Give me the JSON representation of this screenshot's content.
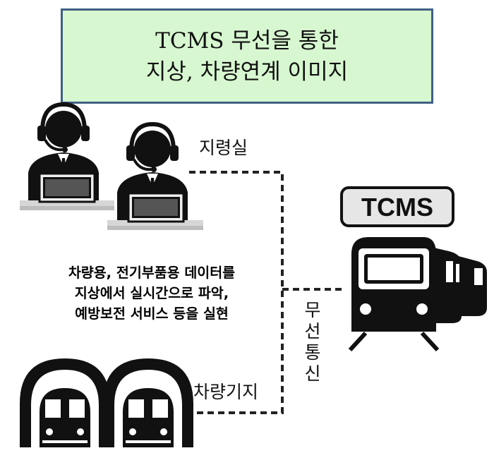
{
  "title": {
    "line1": "TCMS 무선을 통한",
    "line2": "지상, 차량연계 이미지"
  },
  "labels": {
    "control_room": "지령실",
    "depot": "차량기지",
    "wireless": [
      "무",
      "선",
      "통",
      "신"
    ],
    "tcms_badge": "TCMS"
  },
  "description": [
    "차량용, 전기부품용 데이터를",
    "지상에서 실시간으로 파악,",
    "예방보전 서비스 등을 실현"
  ]
}
